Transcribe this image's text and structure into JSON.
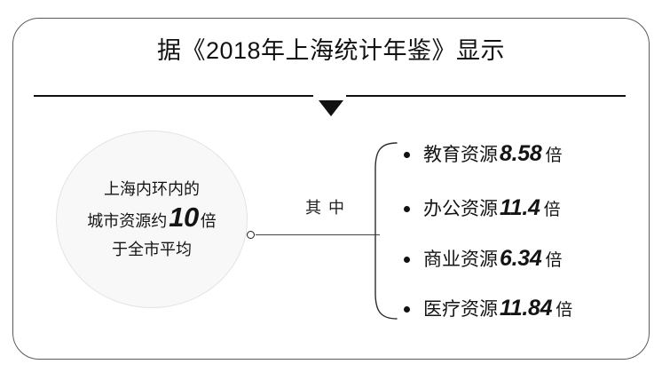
{
  "header": {
    "title": "据《2018年上海统计年鉴》显示",
    "divider_icon": "arrow-down-icon"
  },
  "circle": {
    "line1": "上海内环内的",
    "line2_prefix": "城市资源约",
    "line2_number": "10",
    "line2_suffix": "倍",
    "line3": "于全市平均"
  },
  "connector": {
    "label": "其中",
    "dot_icon": "connector-dot-icon",
    "brace_icon": "curly-brace-icon"
  },
  "items": [
    {
      "bullet": "bullet-icon",
      "category": "教育资源",
      "value": "8.58",
      "unit": "倍"
    },
    {
      "bullet": "bullet-icon",
      "category": "办公资源",
      "value": "11.4",
      "unit": "倍"
    },
    {
      "bullet": "bullet-icon",
      "category": "商业资源",
      "value": "6.34",
      "unit": "倍"
    },
    {
      "bullet": "bullet-icon",
      "category": "医疗资源",
      "value": "11.84",
      "unit": "倍"
    }
  ],
  "colors": {
    "text": "#141414",
    "frame": "#5b5b5b",
    "rule": "#111111",
    "circle_fill": "#f8f8f8",
    "background": "#ffffff"
  }
}
